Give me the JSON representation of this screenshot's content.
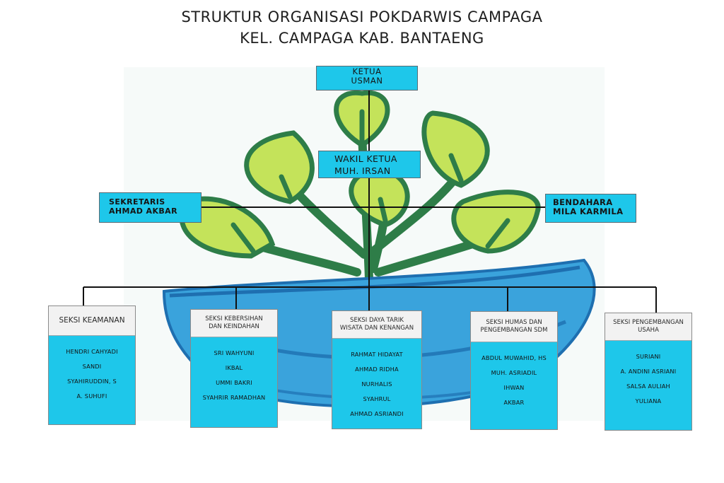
{
  "title": {
    "line1": "STRUKTUR ORGANISASI POKDARWIS CAMPAGA",
    "line2": "KEL. CAMPAGA KAB. BANTAENG"
  },
  "ketua": {
    "role": "KETUA",
    "name": "USMAN"
  },
  "wakil_ketua": {
    "role": "WAKIL KETUA",
    "name": "MUH. IRSAN"
  },
  "sekretaris": {
    "role": "SEKRETARIS",
    "name": "AHMAD AKBAR"
  },
  "bendahara": {
    "role": "BENDAHARA",
    "name": "MILA KARMILA"
  },
  "seksi": [
    {
      "title1": "SEKSI KEAMANAN",
      "title2": "",
      "members": [
        "HENDRI CAHYADI",
        "SANDI",
        "SYAHIRUDDIN, S",
        "A. SUHUFI"
      ]
    },
    {
      "title1": "SEKSI KEBERSIHAN",
      "title2": "DAN KEINDAHAN",
      "members": [
        "SRI WAHYUNI",
        "IKBAL",
        "UMMI BAKRI",
        "SYAHRIR RAMADHAN"
      ]
    },
    {
      "title1": "SEKSI DAYA TARIK",
      "title2": "WISATA DAN KENANGAN",
      "members": [
        "RAHMAT HIDAYAT",
        "AHMAD RIDHA",
        "NURHALIS",
        "SYAHRUL",
        "AHMAD ASRIANDI"
      ]
    },
    {
      "title1": "SEKSI HUMAS DAN",
      "title2": "PENGEMBANGAN SDM",
      "members": [
        "ABDUL MUWAHID, HS",
        "MUH. ASRIADIL",
        "IHWAN",
        "AKBAR"
      ]
    },
    {
      "title1": "SEKSI PENGEMBANGAN",
      "title2": "USAHA",
      "members": [
        "SURIANI",
        "A. ANDINI ASRIANI",
        "SALSA AULIAH",
        "YULIANA"
      ]
    }
  ],
  "colors": {
    "box_fill": "#1ec7ea",
    "header_fill": "#f2f2f2",
    "leaf_fill": "#c4e35a",
    "leaf_outline": "#2e7d48",
    "pot_fill": "#3aa3dc",
    "connector": "#111111"
  }
}
